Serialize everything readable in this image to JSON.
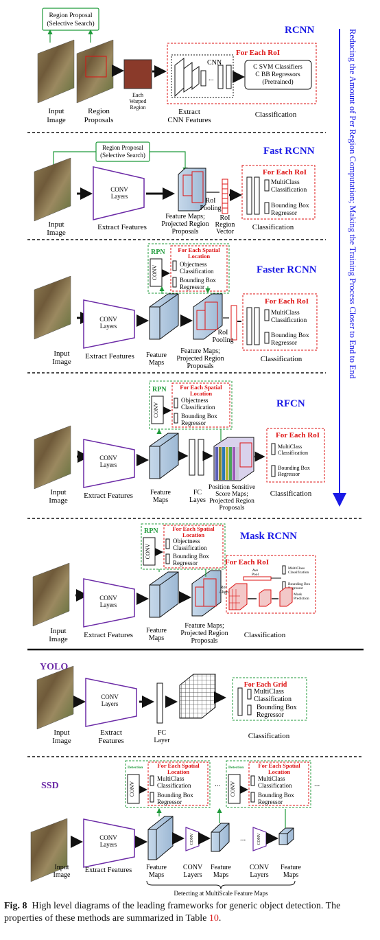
{
  "colors": {
    "blue": "#1a1ae6",
    "red": "#dd1111",
    "green": "#1f9a3a",
    "purple": "#6b2aa6",
    "box": "#b8cfe5",
    "black": "#111111"
  },
  "side_label": "Reducing the Amount of Per Region Computation; Making the Training Process Closer to End to End",
  "caption": {
    "label": "Fig. 8",
    "text": "High level diagrams of the leading frameworks for generic object detection. The properties of these methods are summarized in Table",
    "ref": "10",
    "end": "."
  },
  "rcnn": {
    "title": "RCNN",
    "proposal_box": [
      "Region Proposal",
      "(Selective Search)"
    ],
    "input": [
      "Input",
      "Image"
    ],
    "proposals": [
      "Region",
      "Proposals"
    ],
    "warped": [
      "Each",
      "Warped",
      "Region"
    ],
    "cnn": "CNN",
    "dots": "...",
    "extract": [
      "Extract",
      "CNN Features"
    ],
    "for_each": "For Each RoI",
    "svm": [
      "C SVM Classifiers",
      "C BB Regressors",
      "(Pretrained)"
    ],
    "classification": "Classification"
  },
  "fast": {
    "title": "Fast RCNN",
    "proposal_box": [
      "Region Proposal",
      "(Selective Search)"
    ],
    "input": [
      "Input",
      "Image"
    ],
    "conv": [
      "CONV",
      "Layers"
    ],
    "extract": "Extract Features",
    "fmaps": [
      "Feature Maps;",
      "Projected Region",
      "Proposals"
    ],
    "roi_pool": [
      "RoI",
      "Pooling"
    ],
    "roi_vec": [
      "RoI",
      "Region",
      "Vector"
    ],
    "for_each": "For Each RoI",
    "multiclass": [
      "MultiClass",
      "Classification"
    ],
    "bbox": [
      "Bounding Box",
      "Regressor"
    ],
    "classification": "Classification"
  },
  "faster": {
    "title": "Faster RCNN",
    "rpn": "RPN",
    "conv_small": "CONV",
    "spatial": [
      "For Each Spatial",
      "Location"
    ],
    "obj": [
      "Objectness",
      "Classification"
    ],
    "bbox_small": [
      "Bounding Box",
      "Regressor"
    ],
    "input": [
      "Input",
      "Image"
    ],
    "conv": [
      "CONV",
      "Layers"
    ],
    "extract": "Extract Features",
    "fmaps": [
      "Feature",
      "Maps"
    ],
    "fmaps2": [
      "Feature Maps;",
      "Projected Region",
      "Proposals"
    ],
    "roi_pool": [
      "RoI",
      "Pooling"
    ],
    "for_each": "For Each RoI",
    "multiclass": [
      "MultiClass",
      "Classification"
    ],
    "bbox": [
      "Bounding Box",
      "Regressor"
    ],
    "classification": "Classification"
  },
  "rfcn": {
    "title": "RFCN",
    "rpn": "RPN",
    "conv_small": "CONV",
    "spatial": [
      "For Each Spatial",
      "Location"
    ],
    "obj": [
      "Objectness",
      "Classification"
    ],
    "bbox_small": [
      "Bounding Box",
      "Regressor"
    ],
    "input": [
      "Input",
      "Image"
    ],
    "conv": [
      "CONV",
      "Layers"
    ],
    "extract": "Extract Features",
    "fmaps": [
      "Feature",
      "Maps"
    ],
    "fc": [
      "FC",
      "Layes"
    ],
    "psmaps": [
      "Position Sensitive",
      "Score Maps;",
      "Projected Region",
      "Proposals"
    ],
    "for_each": "For Each RoI",
    "multiclass": [
      "MultiClass",
      "Classification"
    ],
    "bbox": [
      "Bounding Box",
      "Regressor"
    ],
    "classification": "Classification"
  },
  "mask": {
    "title": "Mask RCNN",
    "rpn": "RPN",
    "conv_small": "CONV",
    "spatial": [
      "For Each Spatial",
      "Location"
    ],
    "obj": [
      "Objectness",
      "Classification"
    ],
    "bbox_small": [
      "Bounding Box",
      "Regressor"
    ],
    "input": [
      "Input",
      "Image"
    ],
    "conv": [
      "CONV",
      "Layers"
    ],
    "extract": "Extract Features",
    "fmaps": [
      "Feature",
      "Maps"
    ],
    "fmaps2": [
      "Feature Maps;",
      "Projected Region",
      "Proposals"
    ],
    "roi_align": [
      "RoI",
      "Align"
    ],
    "for_each": "For Each RoI",
    "ave_pool": [
      "Ave",
      "Pool"
    ],
    "multiclass": [
      "MultiClass",
      "Classification"
    ],
    "bbox": [
      "Bounding Box",
      "Regressor"
    ],
    "mask_pred": [
      "Mask",
      "Prediction"
    ],
    "classification": "Classification"
  },
  "yolo": {
    "title": "YOLO",
    "input": [
      "Input",
      "Image"
    ],
    "conv": [
      "CONV",
      "Layers"
    ],
    "extract": [
      "Extract",
      "Features"
    ],
    "fc": [
      "FC",
      "Layer"
    ],
    "for_each": "For Each Grid",
    "multiclass": [
      "MultiClass",
      "Classification"
    ],
    "bbox": [
      "Bounding Box",
      "Regressor"
    ],
    "classification": "Classification"
  },
  "ssd": {
    "title": "SSD",
    "detection": "Detection",
    "conv_small": "CONV",
    "spatial": [
      "For Each Spatial",
      "Location"
    ],
    "multiclass": [
      "MultiClass",
      "Classification"
    ],
    "bbox": [
      "Bounding Box",
      "Regressor"
    ],
    "dots": "...",
    "input": [
      "Input",
      "Image"
    ],
    "conv": [
      "CONV",
      "Layers"
    ],
    "extract": "Extract Features",
    "fmaps": [
      "Feature",
      "Maps"
    ],
    "conv_layers": [
      "CONV",
      "Layers"
    ],
    "multiscale": "Detecting at MultiScale Feature Maps"
  }
}
